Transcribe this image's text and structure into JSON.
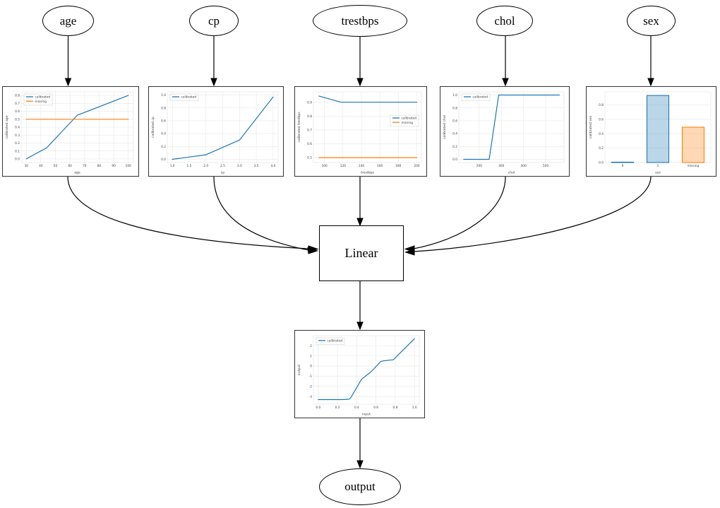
{
  "nodes": {
    "inputs": [
      "age",
      "cp",
      "trestbps",
      "chol",
      "sex"
    ],
    "linear": "Linear",
    "output": "output"
  },
  "colors": {
    "calibrated": "#1f77b4",
    "missing": "#ff7f0e",
    "edge": "#000000",
    "grid": "#e7e7e7",
    "text": "#3c3c3c"
  },
  "chart_data": [
    {
      "id": "age",
      "type": "line",
      "title": "",
      "xlabel": "age",
      "ylabel": "calibrated age",
      "xlim": [
        26.5,
        103.5
      ],
      "ylim": [
        -0.045,
        0.845
      ],
      "xticks": [
        30,
        40,
        50,
        60,
        70,
        80,
        90,
        100
      ],
      "xtick_labels": [
        "30",
        "40",
        "50",
        "60",
        "70",
        "80",
        "90",
        "100"
      ],
      "yticks": [
        0.0,
        0.1,
        0.2,
        0.3,
        0.4,
        0.5,
        0.6,
        0.7,
        0.8
      ],
      "ytick_labels": [
        "0.0",
        "0.1",
        "0.2",
        "0.3",
        "0.4",
        "0.5",
        "0.6",
        "0.7",
        "0.8"
      ],
      "grid": true,
      "series": [
        {
          "name": "calibrated",
          "color": "#1f77b4",
          "points": [
            [
              30,
              0.0
            ],
            [
              44,
              0.14
            ],
            [
              65,
              0.55
            ],
            [
              100,
              0.8
            ]
          ]
        },
        {
          "name": "missing",
          "color": "#ff7f0e",
          "points": [
            [
              30,
              0.5
            ],
            [
              100,
              0.5
            ]
          ]
        }
      ],
      "legend": {
        "show": true,
        "position": "upper-left",
        "entries": [
          "calibrated",
          "missing"
        ]
      }
    },
    {
      "id": "cp",
      "type": "line",
      "title": "",
      "xlabel": "cp",
      "ylabel": "calibrated cp",
      "xlim": [
        0.85,
        4.15
      ],
      "ylim": [
        -0.05,
        1.05
      ],
      "xticks": [
        1.0,
        1.5,
        2.0,
        2.5,
        3.0,
        3.5,
        4.0
      ],
      "xtick_labels": [
        "1.0",
        "1.5",
        "2.0",
        "2.5",
        "3.0",
        "3.5",
        "4.0"
      ],
      "yticks": [
        0.0,
        0.2,
        0.4,
        0.6,
        0.8,
        1.0
      ],
      "ytick_labels": [
        "0.0",
        "0.2",
        "0.4",
        "0.6",
        "0.8",
        "1.0"
      ],
      "grid": true,
      "series": [
        {
          "name": "calibrated",
          "color": "#1f77b4",
          "points": [
            [
              1,
              0.0
            ],
            [
              2,
              0.07
            ],
            [
              3,
              0.3
            ],
            [
              4,
              0.97
            ]
          ]
        }
      ],
      "legend": {
        "show": true,
        "position": "upper-left",
        "entries": [
          "calibrated"
        ]
      }
    },
    {
      "id": "trestbps",
      "type": "line",
      "title": "",
      "xlabel": "trestbps",
      "ylabel": "calibrated trestbps",
      "xlim": [
        88,
        205
      ],
      "ylim": [
        0.465,
        0.975
      ],
      "xticks": [
        100,
        120,
        140,
        160,
        180,
        200
      ],
      "xtick_labels": [
        "100",
        "120",
        "140",
        "160",
        "180",
        "200"
      ],
      "yticks": [
        0.5,
        0.6,
        0.7,
        0.8,
        0.9
      ],
      "ytick_labels": [
        "0.5",
        "0.6",
        "0.7",
        "0.8",
        "0.9"
      ],
      "grid": true,
      "series": [
        {
          "name": "calibrated",
          "color": "#1f77b4",
          "points": [
            [
              94,
              0.945
            ],
            [
              118,
              0.9
            ],
            [
              200,
              0.9
            ]
          ]
        },
        {
          "name": "missing",
          "color": "#ff7f0e",
          "points": [
            [
              94,
              0.5
            ],
            [
              200,
              0.5
            ]
          ]
        }
      ],
      "legend": {
        "show": true,
        "position": "center-right",
        "entries": [
          "calibrated",
          "missing"
        ]
      }
    },
    {
      "id": "chol",
      "type": "line",
      "title": "",
      "xlabel": "chol",
      "ylabel": "calibrated chol",
      "xlim": [
        108,
        583
      ],
      "ylim": [
        -0.05,
        1.05
      ],
      "xticks": [
        200,
        300,
        400,
        500
      ],
      "xtick_labels": [
        "200",
        "300",
        "400",
        "500"
      ],
      "yticks": [
        0.0,
        0.2,
        0.4,
        0.6,
        0.8,
        1.0
      ],
      "ytick_labels": [
        "0.0",
        "0.2",
        "0.4",
        "0.6",
        "0.8",
        "1.0"
      ],
      "grid": true,
      "series": [
        {
          "name": "calibrated",
          "color": "#1f77b4",
          "points": [
            [
              130,
              0.0
            ],
            [
              245,
              0.0
            ],
            [
              288,
              1.0
            ],
            [
              562,
              1.0
            ]
          ]
        }
      ],
      "legend": {
        "show": true,
        "position": "upper-left",
        "entries": [
          "calibrated"
        ]
      }
    },
    {
      "id": "sex",
      "type": "bar",
      "title": "",
      "xlabel": "sex",
      "ylabel": "calibrated sex",
      "categories": [
        "0",
        "1",
        "missing"
      ],
      "values": [
        0.005,
        0.93,
        0.49
      ],
      "bar_colors": [
        "#1f77b4",
        "#1f77b4",
        "#ff7f0e"
      ],
      "ylim": [
        0,
        0.98
      ],
      "yticks": [
        0.0,
        0.2,
        0.4,
        0.6,
        0.8
      ],
      "ytick_labels": [
        "0.0",
        "0.2",
        "0.4",
        "0.6",
        "0.8"
      ],
      "grid": true,
      "legend": {
        "show": false,
        "position": "",
        "entries": []
      }
    },
    {
      "id": "output",
      "type": "line",
      "title": "",
      "xlabel": "input",
      "ylabel": "output",
      "xlim": [
        -0.05,
        1.05
      ],
      "ylim": [
        -3.75,
        3.0
      ],
      "xticks": [
        0.0,
        0.2,
        0.4,
        0.6,
        0.8,
        1.0
      ],
      "xtick_labels": [
        "0.0",
        "0.2",
        "0.4",
        "0.6",
        "0.8",
        "1.0"
      ],
      "yticks": [
        -3,
        -2,
        -1,
        0,
        1,
        2
      ],
      "ytick_labels": [
        "-3",
        "-2",
        "-1",
        "0",
        "1",
        "2"
      ],
      "grid": true,
      "series": [
        {
          "name": "calibrated",
          "color": "#1f77b4",
          "points": [
            [
              0.0,
              -3.3
            ],
            [
              0.25,
              -3.3
            ],
            [
              0.32,
              -3.26
            ],
            [
              0.34,
              -3.08
            ],
            [
              0.45,
              -1.3
            ],
            [
              0.55,
              -0.55
            ],
            [
              0.65,
              0.45
            ],
            [
              0.67,
              0.5
            ],
            [
              0.78,
              0.62
            ],
            [
              1.0,
              2.7
            ]
          ]
        }
      ],
      "legend": {
        "show": true,
        "position": "upper-left",
        "entries": [
          "calibrated"
        ]
      }
    }
  ]
}
